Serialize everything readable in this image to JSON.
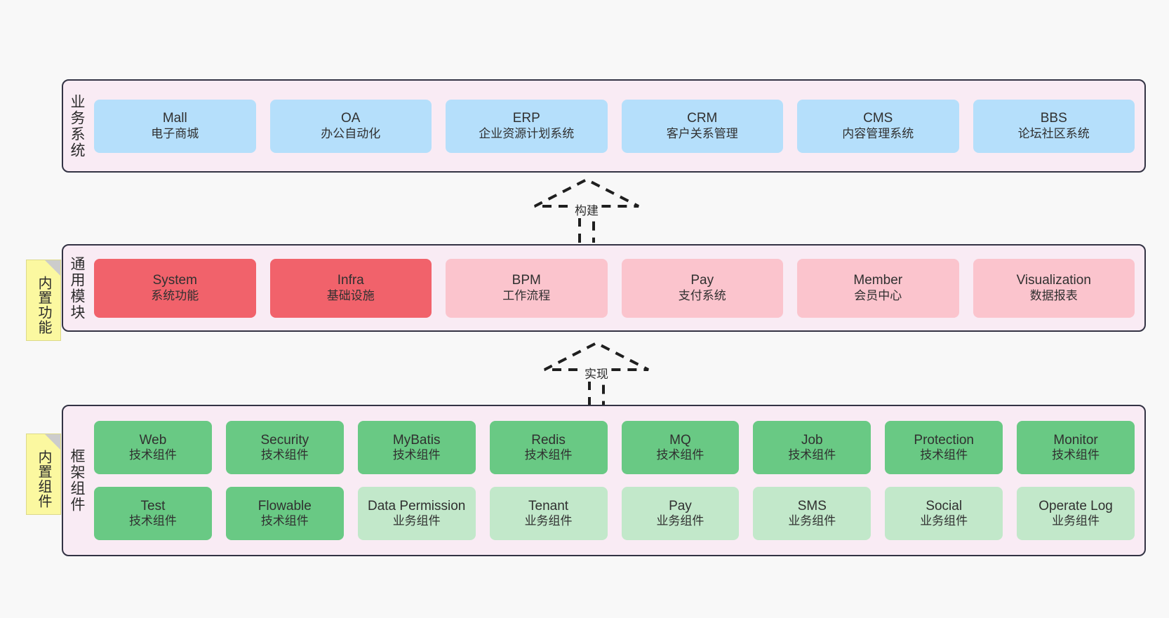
{
  "diagram": {
    "title": "",
    "colors": {
      "panel_bg": "#f9ebf4",
      "panel_border": "#333344",
      "business_card": "#b5dffb",
      "module_primary": "#f1626b",
      "module_secondary": "#fbc4cd",
      "tech_component": "#69c984",
      "biz_component": "#c2e8ca",
      "note_bg": "#fbf8a0",
      "canvas_bg": "#f8f8f8"
    }
  },
  "layers": [
    {
      "id": "business-system",
      "label": "业务系统",
      "note": null,
      "rows": [
        {
          "cards": [
            {
              "title": "Mall",
              "subtitle": "电子商城",
              "color": "c-blue"
            },
            {
              "title": "OA",
              "subtitle": "办公自动化",
              "color": "c-blue"
            },
            {
              "title": "ERP",
              "subtitle": "企业资源计划系统",
              "color": "c-blue"
            },
            {
              "title": "CRM",
              "subtitle": "客户关系管理",
              "color": "c-blue"
            },
            {
              "title": "CMS",
              "subtitle": "内容管理系统",
              "color": "c-blue"
            },
            {
              "title": "BBS",
              "subtitle": "论坛社区系统",
              "color": "c-blue"
            }
          ]
        }
      ]
    },
    {
      "id": "common-module",
      "label": "通用模块",
      "note": "内置功能",
      "rows": [
        {
          "cards": [
            {
              "title": "System",
              "subtitle": "系统功能",
              "color": "c-red"
            },
            {
              "title": "Infra",
              "subtitle": "基础设施",
              "color": "c-red"
            },
            {
              "title": "BPM",
              "subtitle": "工作流程",
              "color": "c-pink"
            },
            {
              "title": "Pay",
              "subtitle": "支付系统",
              "color": "c-pink"
            },
            {
              "title": "Member",
              "subtitle": "会员中心",
              "color": "c-pink"
            },
            {
              "title": "Visualization",
              "subtitle": "数据报表",
              "color": "c-pink"
            }
          ]
        }
      ]
    },
    {
      "id": "framework-component",
      "label": "框架组件",
      "note": "内置组件",
      "rows": [
        {
          "cards": [
            {
              "title": "Web",
              "subtitle": "技术组件",
              "color": "c-green"
            },
            {
              "title": "Security",
              "subtitle": "技术组件",
              "color": "c-green"
            },
            {
              "title": "MyBatis",
              "subtitle": "技术组件",
              "color": "c-green"
            },
            {
              "title": "Redis",
              "subtitle": "技术组件",
              "color": "c-green"
            },
            {
              "title": "MQ",
              "subtitle": "技术组件",
              "color": "c-green"
            },
            {
              "title": "Job",
              "subtitle": "技术组件",
              "color": "c-green"
            },
            {
              "title": "Protection",
              "subtitle": "技术组件",
              "color": "c-green"
            },
            {
              "title": "Monitor",
              "subtitle": "技术组件",
              "color": "c-green"
            }
          ]
        },
        {
          "cards": [
            {
              "title": "Test",
              "subtitle": "技术组件",
              "color": "c-green"
            },
            {
              "title": "Flowable",
              "subtitle": "技术组件",
              "color": "c-green"
            },
            {
              "title": "Data Permission",
              "subtitle": "业务组件",
              "color": "c-lightgreen"
            },
            {
              "title": "Tenant",
              "subtitle": "业务组件",
              "color": "c-lightgreen"
            },
            {
              "title": "Pay",
              "subtitle": "业务组件",
              "color": "c-lightgreen"
            },
            {
              "title": "SMS",
              "subtitle": "业务组件",
              "color": "c-lightgreen"
            },
            {
              "title": "Social",
              "subtitle": "业务组件",
              "color": "c-lightgreen"
            },
            {
              "title": "Operate Log",
              "subtitle": "业务组件",
              "color": "c-lightgreen"
            }
          ]
        }
      ]
    }
  ],
  "connectors": [
    {
      "id": "build",
      "label": "构建",
      "from": "common-module",
      "to": "business-system",
      "style": "dashed-generalization"
    },
    {
      "id": "implement",
      "label": "实现",
      "from": "framework-component",
      "to": "common-module",
      "style": "dashed-generalization"
    }
  ]
}
